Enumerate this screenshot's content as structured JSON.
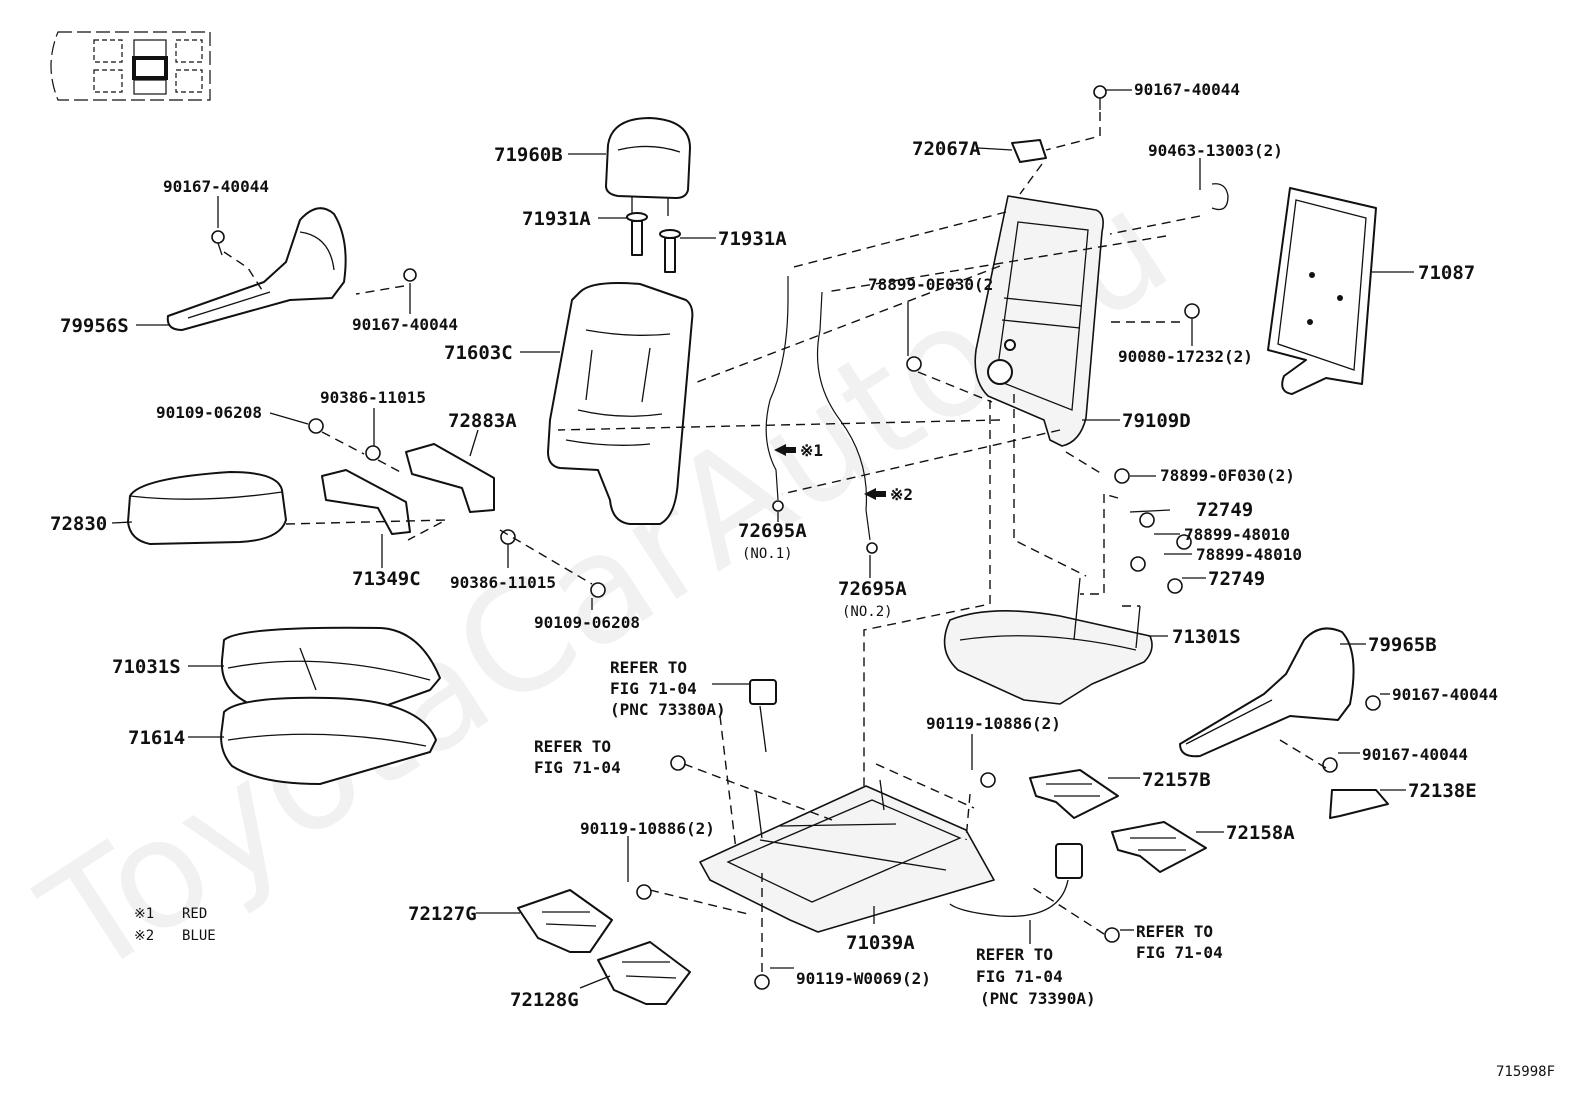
{
  "diagram": {
    "watermark": "ToyotaCarAuto.ru",
    "figure_code": "715998F",
    "legend": [
      {
        "mark": "※1",
        "text": "RED"
      },
      {
        "mark": "※2",
        "text": "BLUE"
      }
    ],
    "labels": {
      "p90167_40044_top": "90167-40044",
      "p72067A": "72067A",
      "p90463_13003": "90463-13003(2)",
      "p71960B": "71960B",
      "p90167_40044_a": "90167-40044",
      "p71931A_left": "71931A",
      "p71931A_right": "71931A",
      "p78899_0F030_top": "78899-0F030(2",
      "p71087": "71087",
      "p90167_40044_b": "90167-40044",
      "p79956S": "79956S",
      "p71603C": "71603C",
      "p90080_17232": "90080-17232(2)",
      "p90386_11015_top": "90386-11015",
      "p90109_06208_top": "90109-06208",
      "p72883A": "72883A",
      "p79109D": "79109D",
      "p72695A_1": "72695A",
      "p72695A_1_sub": "(NO.1)",
      "mark1": "※1",
      "mark2": "※2",
      "p78899_0F030_mid": "78899-0F030(2)",
      "p72749_a": "72749",
      "p78899_48010_a": "78899-48010",
      "p78899_48010_b": "78899-48010",
      "p72749_b": "72749",
      "p72830": "72830",
      "p71349C": "71349C",
      "p90386_11015_bot": "90386-11015",
      "p72695A_2": "72695A",
      "p72695A_2_sub": "(NO.2)",
      "p90109_06208_bot": "90109-06208",
      "p71301S": "71301S",
      "p79965B": "79965B",
      "p71031S": "71031S",
      "refer1_l1": "REFER TO",
      "refer1_l2": "FIG 71-04",
      "refer1_l3": "(PNC 73380A)",
      "p90167_40044_c": "90167-40044",
      "p90119_10886_top": "90119-10886(2)",
      "p71614": "71614",
      "refer2_l1": "REFER TO",
      "refer2_l2": "FIG 71-04",
      "p90167_40044_d": "90167-40044",
      "p72157B": "72157B",
      "p72138E": "72138E",
      "p90119_10886_bot": "90119-10886(2)",
      "p72158A": "72158A",
      "p72127G": "72127G",
      "p71039A": "71039A",
      "refer3_l1": "REFER TO",
      "refer3_l2": "FIG 71-04",
      "refer3_l3": "(PNC 73390A)",
      "refer4_l1": "REFER TO",
      "refer4_l2": "FIG 71-04",
      "p72128G": "72128G",
      "p90119_W0069": "90119-W0069(2)"
    }
  }
}
